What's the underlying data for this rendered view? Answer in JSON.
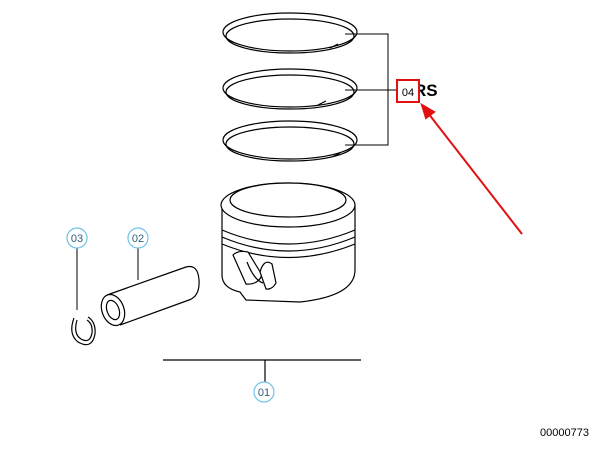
{
  "callouts": {
    "piston": {
      "label": "01",
      "color": "#6ec3e8"
    },
    "piston_pin": {
      "label": "02",
      "color": "#6ec3e8"
    },
    "circlip": {
      "label": "03",
      "color": "#6ec3e8"
    },
    "piston_rings": {
      "label": "04",
      "color": "#e01010"
    }
  },
  "truncated_heading": "RS",
  "diagram_number": "00000773",
  "colors": {
    "line": "#000000",
    "highlight": "#e01010",
    "callout_ring": "#6ec3e8",
    "callout_text": "#2d5f7c"
  }
}
